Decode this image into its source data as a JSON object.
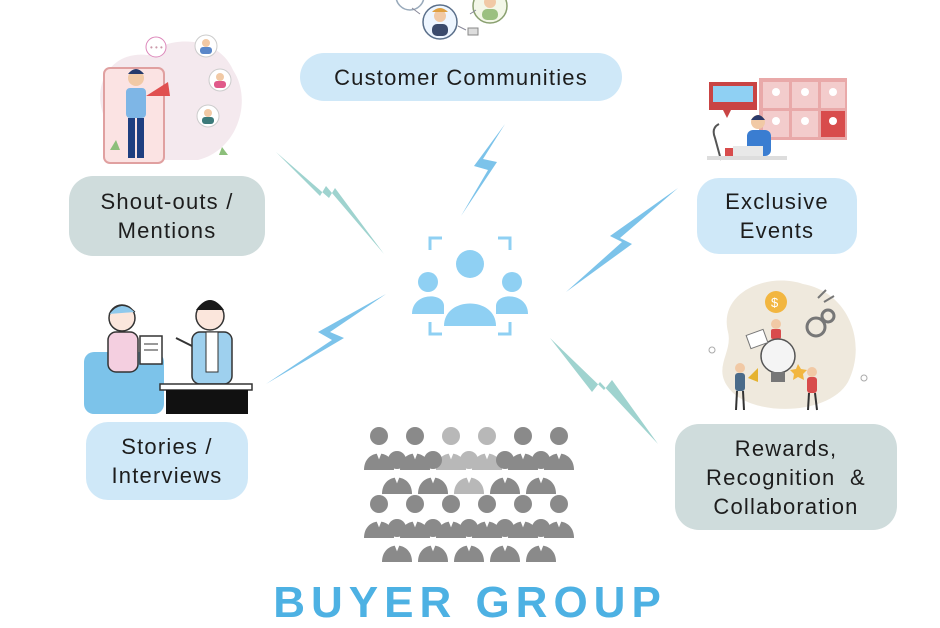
{
  "hub": {
    "icon": "team-focus-icon"
  },
  "nodes": [
    {
      "id": "customer-communities",
      "lines": [
        "Customer Communities"
      ],
      "style": "blue"
    },
    {
      "id": "shout-outs",
      "lines": [
        "Shout-outs /",
        "Mentions"
      ],
      "style": "grey"
    },
    {
      "id": "exclusive-events",
      "lines": [
        "Exclusive",
        "Events"
      ],
      "style": "blue"
    },
    {
      "id": "stories",
      "lines": [
        "Stories /",
        "Interviews"
      ],
      "style": "blue"
    },
    {
      "id": "rewards",
      "lines": [
        "Rewards,",
        "Recognition  &",
        "Collaboration"
      ],
      "style": "grey"
    }
  ],
  "bottom_title": "BUYER GROUP",
  "colors": {
    "blue_pill": "#cfe8f8",
    "grey_pill": "#cfdcdc",
    "bolt_blue": "#7cc3ea",
    "bolt_teal": "#9fd3cf",
    "hub_blue": "#8fd0f3",
    "crowd_grey": "#8a8a8a"
  }
}
